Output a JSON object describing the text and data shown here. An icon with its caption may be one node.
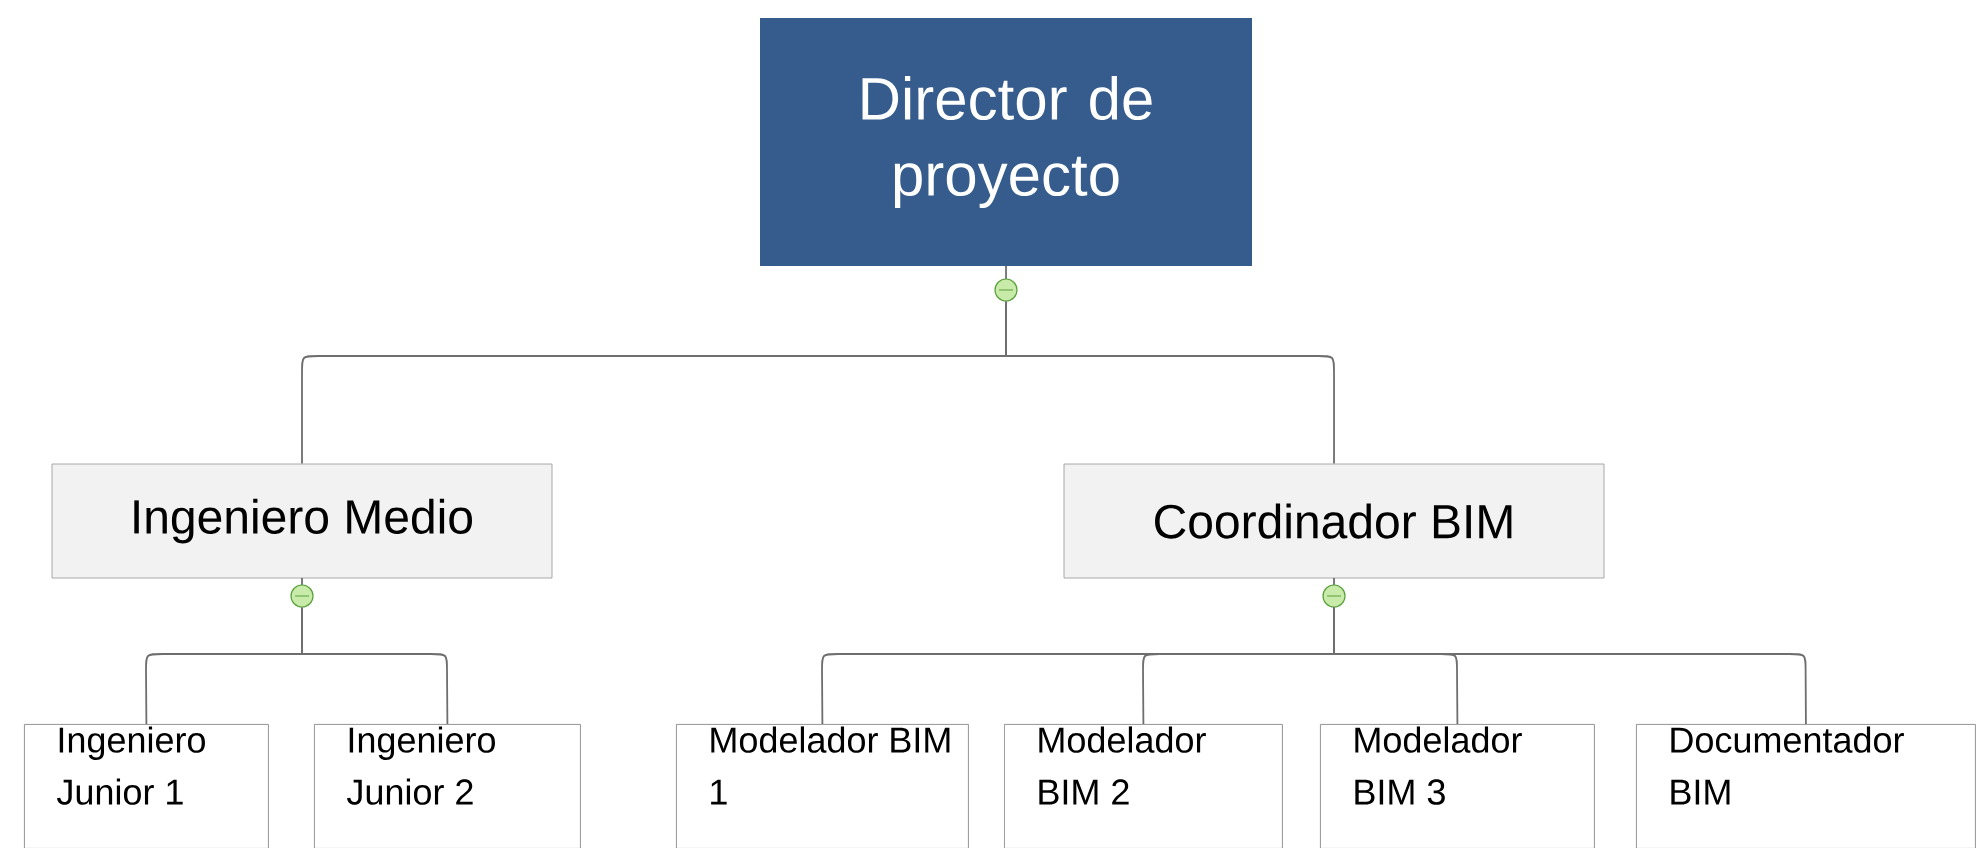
{
  "diagram": {
    "nodes": [
      {
        "text": [
          "Director de proyecto"
        ]
      },
      {
        "text": [
          "Ingeniero Medio"
        ]
      },
      {
        "text": [
          "Coordinador BIM"
        ]
      },
      {
        "text": [
          "Ingeniero Junior 1"
        ]
      },
      {
        "text": [
          "Ingeniero Junior 2"
        ]
      },
      {
        "text": [
          "Modelador BIM 1"
        ]
      },
      {
        "text": [
          "Modelador BIM 2"
        ]
      },
      {
        "text": [
          "Modelador BIM 3"
        ]
      },
      {
        "text": [
          "Documentador BIM"
        ]
      }
    ],
    "edges": [
      {
        "from": 0,
        "to": 1,
        "arrow": "none"
      },
      {
        "from": 0,
        "to": 2,
        "arrow": "none"
      },
      {
        "from": 1,
        "to": 3,
        "arrow": "none"
      },
      {
        "from": 1,
        "to": 4,
        "arrow": "none"
      },
      {
        "from": 2,
        "to": 5,
        "arrow": "none"
      },
      {
        "from": 2,
        "to": 6,
        "arrow": "none"
      },
      {
        "from": 2,
        "to": 7,
        "arrow": "none"
      },
      {
        "from": 2,
        "to": 8,
        "arrow": "none"
      }
    ]
  }
}
